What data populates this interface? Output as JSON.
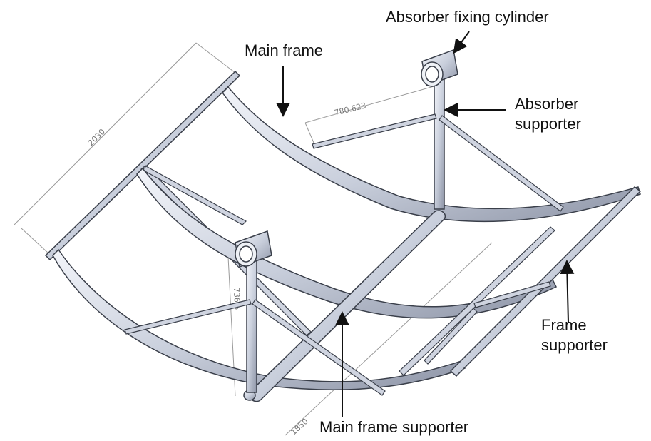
{
  "labels": {
    "absorber_fixing_cylinder": "Absorber fixing cylinder",
    "main_frame": "Main frame",
    "absorber_supporter_line1": "Absorber",
    "absorber_supporter_line2": "supporter",
    "frame_supporter_line1": "Frame",
    "frame_supporter_line2": "supporter",
    "main_frame_supporter": "Main frame supporter"
  },
  "dimensions": {
    "overall_length": "2030",
    "absorber_offset": "780.623",
    "height": "736.5",
    "width": "1850"
  },
  "colors": {
    "steel_fill": "#d9dde8",
    "steel_stroke": "#3a3f4a",
    "dimension_line": "#9a9a9a",
    "arrow": "#111111"
  }
}
